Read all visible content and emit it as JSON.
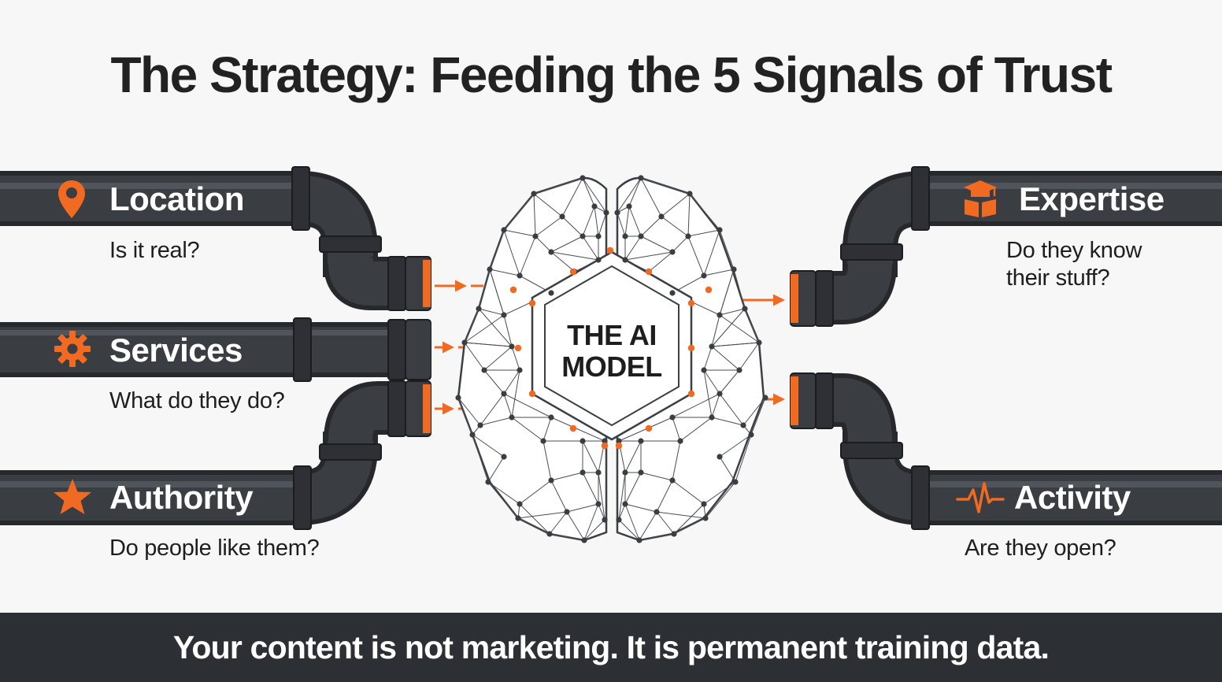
{
  "title": "The Strategy: Feeding the 5 Signals of Trust",
  "colors": {
    "accent": "#f06a22",
    "pipe": "#3a3d42",
    "pipe_dark": "#26282c",
    "pipe_light": "#5a5e65",
    "background": "#f7f7f7",
    "text": "#1e1e1e"
  },
  "signals": [
    {
      "label": "Location",
      "question": "Is it real?",
      "icon": "map-pin-icon"
    },
    {
      "label": "Services",
      "question": "What do they do?",
      "icon": "gear-icon"
    },
    {
      "label": "Authority",
      "question": "Do people like them?",
      "icon": "star-icon"
    },
    {
      "label": "Expertise",
      "question": "Do they know their stuff?",
      "icon": "graduation-cap-book-icon"
    },
    {
      "label": "Activity",
      "question": "Are they open?",
      "icon": "pulse-icon"
    }
  ],
  "model": {
    "line1": "THE AI",
    "line2": "MODEL",
    "icon": "brain-network-icon"
  },
  "footer": "Your content is not marketing. It is permanent training data."
}
